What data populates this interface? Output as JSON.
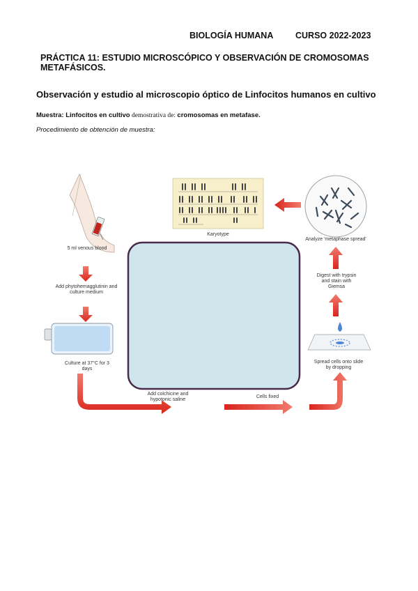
{
  "header": {
    "subject": "BIOLOGÍA HUMANA",
    "course": "CURSO 2022-2023"
  },
  "practice_title": "PRÁCTICA 11: ESTUDIO MICROSCÓPICO Y OBSERVACIÓN DE CROMOSOMAS METAFÁSICOS.",
  "section_title": "Observación y estudio al microscopio óptico de Linfocitos humanos en cultivo",
  "sample": {
    "label": "Muestra: Linfocitos en cultivo",
    "middle": " demostrativa de: ",
    "value": "cromosomas en metafase."
  },
  "procedure_label": "Procedimiento de obtención de muestra:",
  "figure": {
    "steps": {
      "blood": "5 ml venous blood",
      "add_pha": "Add phytohemagglutinin and culture medium",
      "culture": "Culture at 37°C for 3 days",
      "colchicine": "Add colchicine and hypotonic saline",
      "fixed": "Cells fixed",
      "spread": "Spread cells onto slide by dropping",
      "digest": "Digest with trypsin and stain with Giemsa",
      "analyze": "Analyze 'metaphase spread'",
      "karyotype": "Karyotype"
    },
    "colors": {
      "arrow": "#e23a2e",
      "center_fill": "#cfe6ec",
      "center_border": "#4a2a4a",
      "karyotype_bg": "#f6efc9"
    }
  }
}
